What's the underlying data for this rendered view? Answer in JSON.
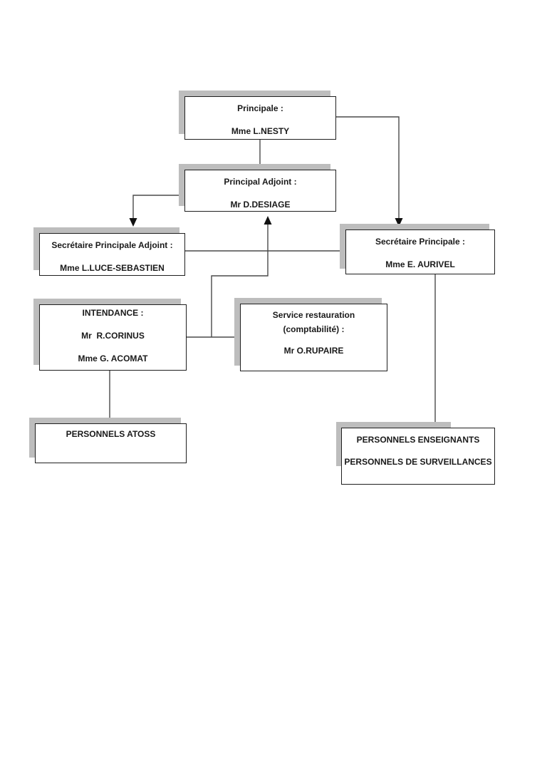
{
  "colors": {
    "border": "#1f1f1f",
    "shadow": "#bdbdbd",
    "line": "#4a4a4a",
    "arrow": "#111111",
    "text": "#1a1a1a",
    "bg": "#ffffff"
  },
  "nodes": {
    "principale": {
      "line1": "Principale :",
      "line2": "Mme L.NESTY"
    },
    "principal_adjoint": {
      "line1": "Principal Adjoint :",
      "line2": "Mr D.DESIAGE"
    },
    "secretaire_principale_adjoint": {
      "line1": "Secrétaire Principale Adjoint :",
      "line2": "Mme L.LUCE-SEBASTIEN"
    },
    "secretaire_principale": {
      "line1": "Secrétaire Principale :",
      "line2": "Mme E. AURIVEL"
    },
    "intendance": {
      "line1": "INTENDANCE :",
      "line2": "Mr  R.CORINUS",
      "line3": "Mme G. ACOMAT"
    },
    "service_restauration": {
      "line1": "Service restauration",
      "line2": "(comptabilité) :",
      "line3": "Mr O.RUPAIRE"
    },
    "personnels_atoss": {
      "line1": "PERSONNELS ATOSS"
    },
    "personnels_enseignants": {
      "line1": "PERSONNELS ENSEIGNANTS",
      "line2": "PERSONNELS DE SURVEILLANCES"
    }
  },
  "edges": [
    {
      "from": "principale",
      "to": "principal_adjoint",
      "arrow": "none"
    },
    {
      "from": "principale",
      "to": "secretaire_principale",
      "arrow": "to"
    },
    {
      "from": "principal_adjoint",
      "to": "secretaire_principale_adjoint",
      "arrow": "to"
    },
    {
      "from": "secretaire_principale_adjoint",
      "to": "secretaire_principale",
      "arrow": "none"
    },
    {
      "from": "intendance",
      "to": "service_restauration",
      "arrow": "none"
    },
    {
      "from": "intendance_restauration_link",
      "to": "principal_adjoint",
      "arrow": "to"
    },
    {
      "from": "intendance",
      "to": "personnels_atoss",
      "arrow": "none"
    },
    {
      "from": "secretaire_principale",
      "to": "personnels_enseignants",
      "arrow": "none"
    }
  ]
}
